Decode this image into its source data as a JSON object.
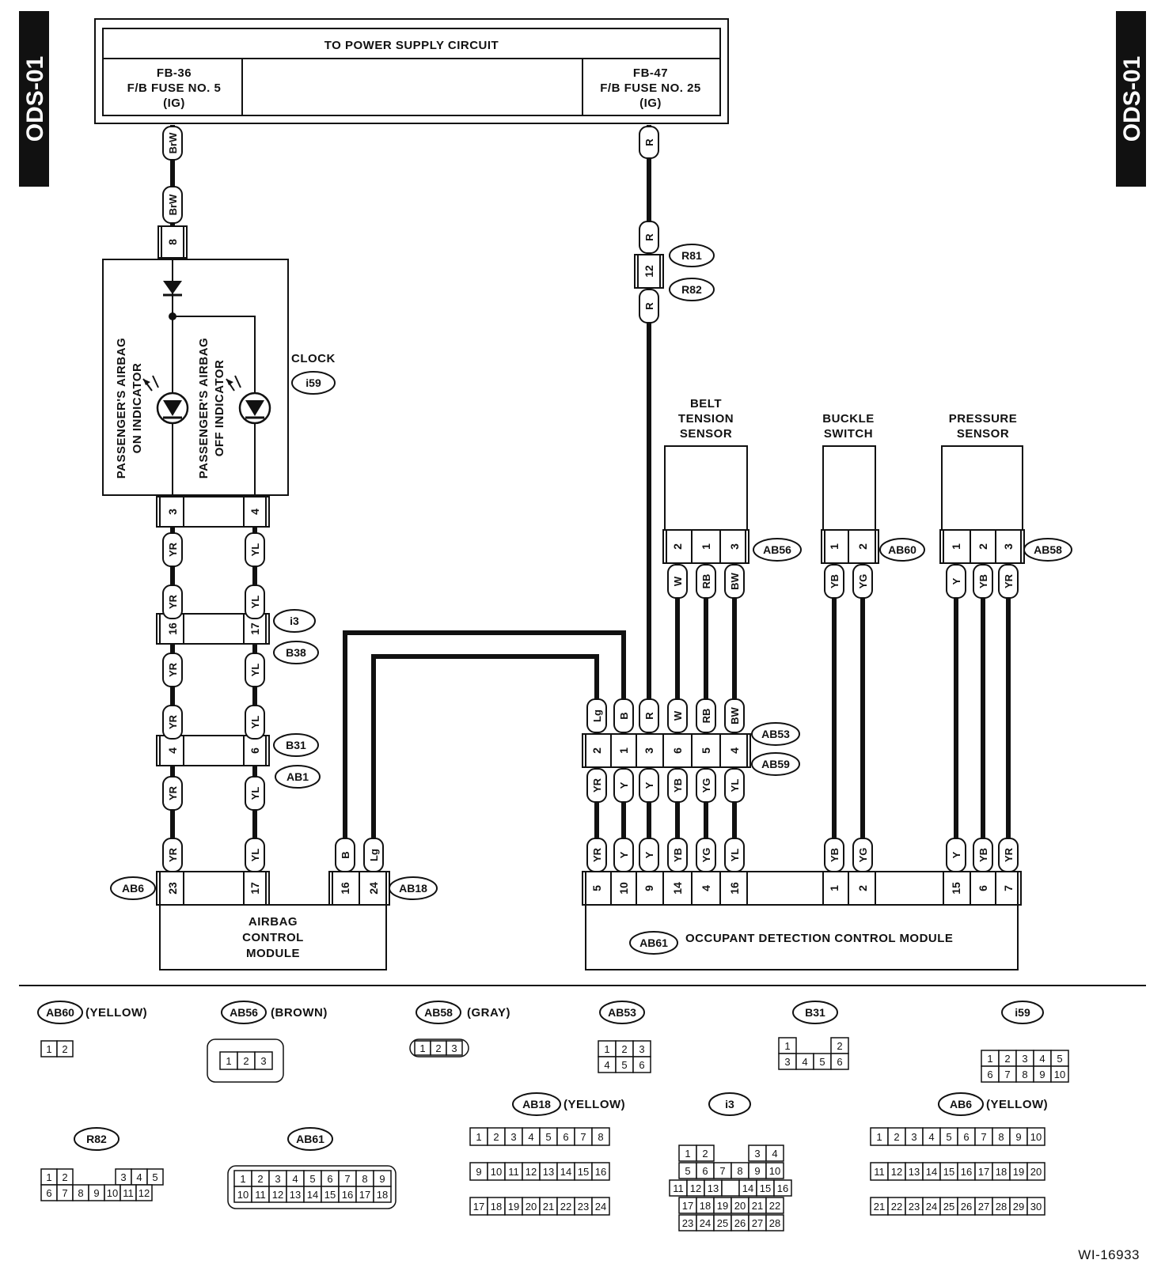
{
  "page": {
    "tab_left": "ODS-01",
    "tab_right": "ODS-01",
    "figure_id": "WI-16933"
  },
  "power": {
    "title": "TO POWER SUPPLY CIRCUIT",
    "fuse_left": [
      "FB-36",
      "F/B FUSE NO. 5",
      "(IG)"
    ],
    "fuse_right": [
      "FB-47",
      "F/B FUSE NO. 25",
      "(IG)"
    ]
  },
  "clock": {
    "label": "CLOCK",
    "connector": "i59",
    "on_indicator": [
      "PASSENGER'S AIRBAG",
      "ON INDICATOR"
    ],
    "off_indicator": [
      "PASSENGER'S AIRBAG",
      "OFF INDICATOR"
    ],
    "pin_top": "8",
    "pins_bottom": [
      "3",
      "4"
    ]
  },
  "sensors": {
    "belt_tension": [
      "BELT",
      "TENSION",
      "SENSOR"
    ],
    "buckle": [
      "BUCKLE",
      "SWITCH"
    ],
    "pressure": [
      "PRESSURE",
      "SENSOR"
    ]
  },
  "modules": {
    "airbag": [
      "AIRBAG",
      "CONTROL",
      "MODULE"
    ],
    "occupant": "OCCUPANT DETECTION CONTROL MODULE"
  },
  "wires": {
    "brw": "BrW",
    "r": "R",
    "yr": "YR",
    "yl": "YL",
    "b": "B",
    "lg": "Lg",
    "w": "W",
    "rb": "RB",
    "bw": "BW",
    "y": "Y",
    "yb": "YB",
    "yg": "YG"
  },
  "connectors": {
    "r81": "R81",
    "r82": "R82",
    "i3": "i3",
    "b38": "B38",
    "b31": "B31",
    "ab1": "AB1",
    "ab6": "AB6",
    "ab18": "AB18",
    "ab53": "AB53",
    "ab59": "AB59",
    "ab56": "AB56",
    "ab60": "AB60",
    "ab58": "AB58",
    "ab61": "AB61",
    "i59": "i59"
  },
  "pins": {
    "r81_82": "12",
    "i3_b38": [
      "16",
      "17"
    ],
    "b31_ab1": [
      "4",
      "6"
    ],
    "ab6": [
      "23",
      "17"
    ],
    "ab18": [
      "16",
      "24"
    ],
    "ab53_59": [
      "2",
      "1",
      "3",
      "6",
      "5",
      "4"
    ],
    "ab56": [
      "2",
      "1",
      "3"
    ],
    "ab60": [
      "1",
      "2"
    ],
    "ab58": [
      "1",
      "2",
      "3"
    ],
    "ab61": [
      "5",
      "10",
      "9",
      "14",
      "4",
      "16",
      "1",
      "2",
      "15",
      "6",
      "7"
    ]
  },
  "connector_views": {
    "ab60": {
      "name": "AB60",
      "color": "(YELLOW)"
    },
    "ab56": {
      "name": "AB56",
      "color": "(BROWN)"
    },
    "ab58": {
      "name": "AB58",
      "color": "(GRAY)"
    },
    "ab53": {
      "name": "AB53"
    },
    "b31": {
      "name": "B31"
    },
    "i59": {
      "name": "i59"
    },
    "r82": {
      "name": "R82"
    },
    "ab61": {
      "name": "AB61"
    },
    "ab18": {
      "name": "AB18",
      "color": "(YELLOW)"
    },
    "i3": {
      "name": "i3"
    },
    "ab6": {
      "name": "AB6",
      "color": "(YELLOW)"
    }
  }
}
